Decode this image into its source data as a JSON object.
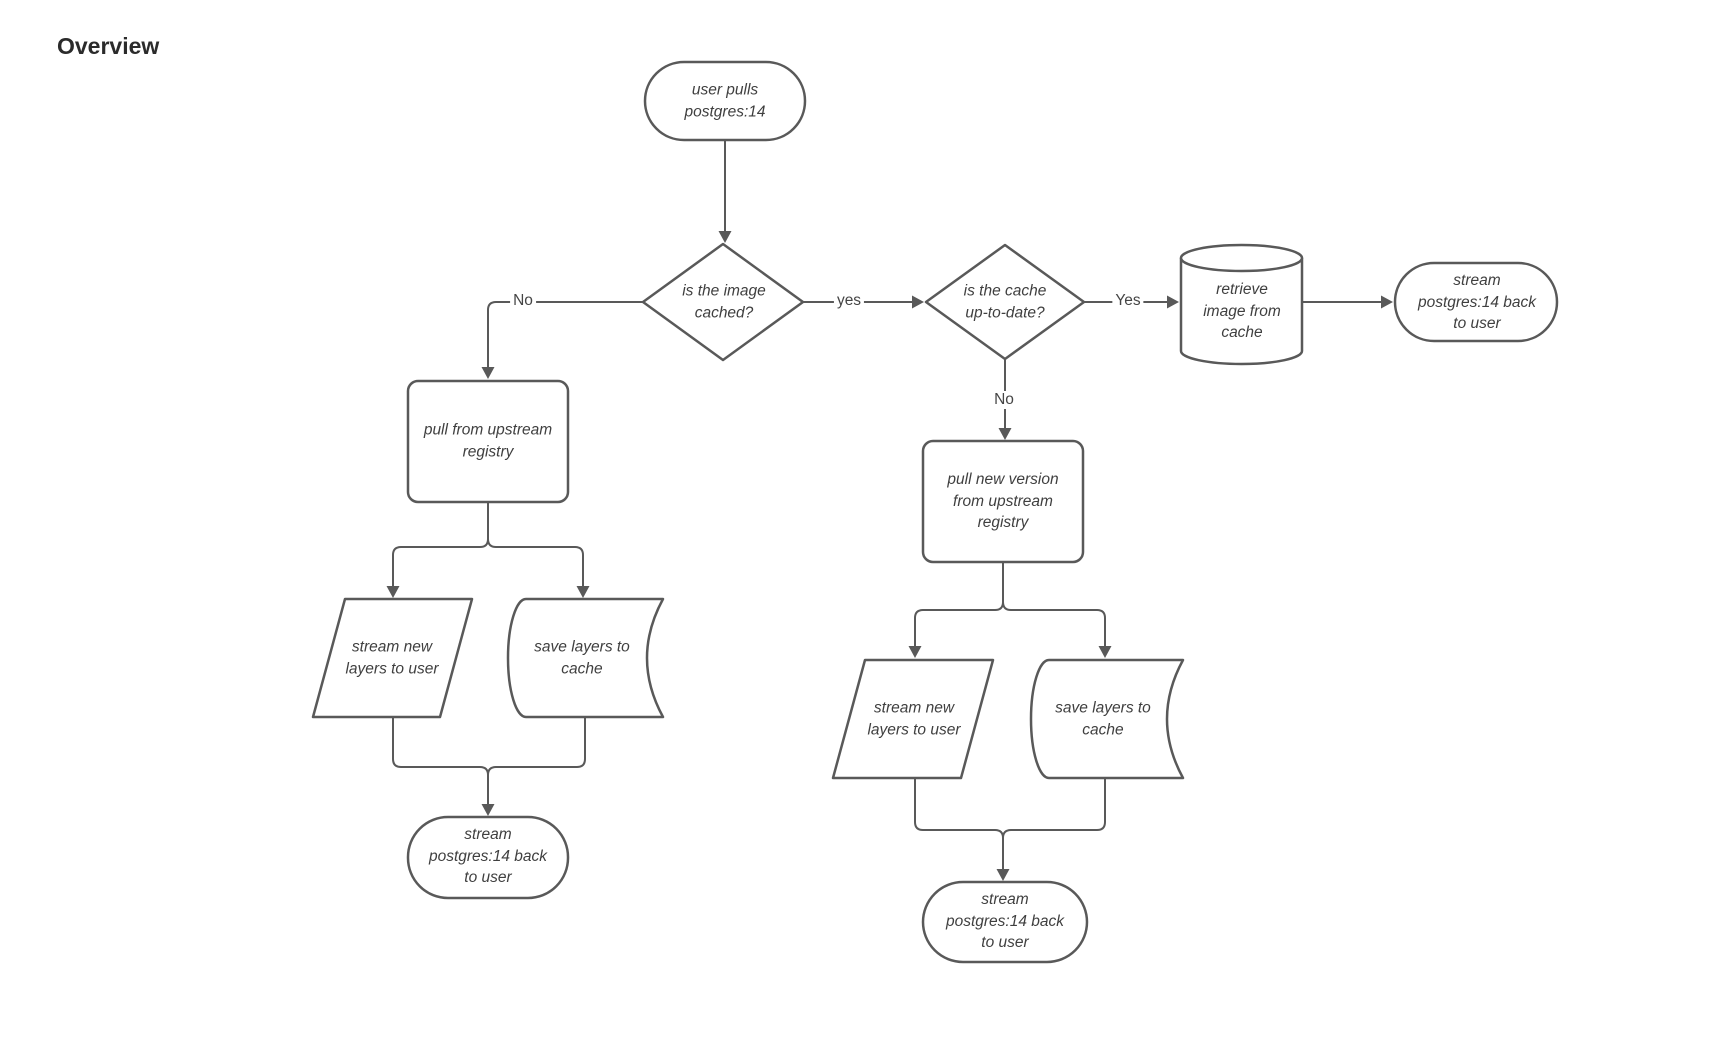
{
  "title": "Overview",
  "colors": {
    "stroke": "#595959",
    "node_text": "#3f3f3f",
    "edge_label_text": "#454545",
    "background": "#ffffff"
  },
  "nodes": {
    "start": "user pulls\npostgres:14",
    "is_image_cached": "is the image\ncached?",
    "pull_from_upstream": "pull from upstream\nregistry",
    "stream_new_layers_left": "stream new\nlayers to user",
    "save_layers_left": "save layers to\ncache",
    "stream_back_left": "stream\npostgres:14 back\nto user",
    "is_cache_up_to_date": "is the cache\nup-to-date?",
    "retrieve_from_cache": "retrieve\nimage from\ncache",
    "stream_back_right": "stream\npostgres:14 back\nto user",
    "pull_new_version": "pull new version\nfrom upstream\nregistry",
    "stream_new_layers_mid": "stream new\nlayers to user",
    "save_layers_mid": "save layers to\ncache",
    "stream_back_bottom": "stream\npostgres:14 back\nto user"
  },
  "edge_labels": {
    "image_cached_no": "No",
    "image_cached_yes": "yes",
    "cache_fresh_yes": "Yes",
    "cache_fresh_no": "No"
  }
}
